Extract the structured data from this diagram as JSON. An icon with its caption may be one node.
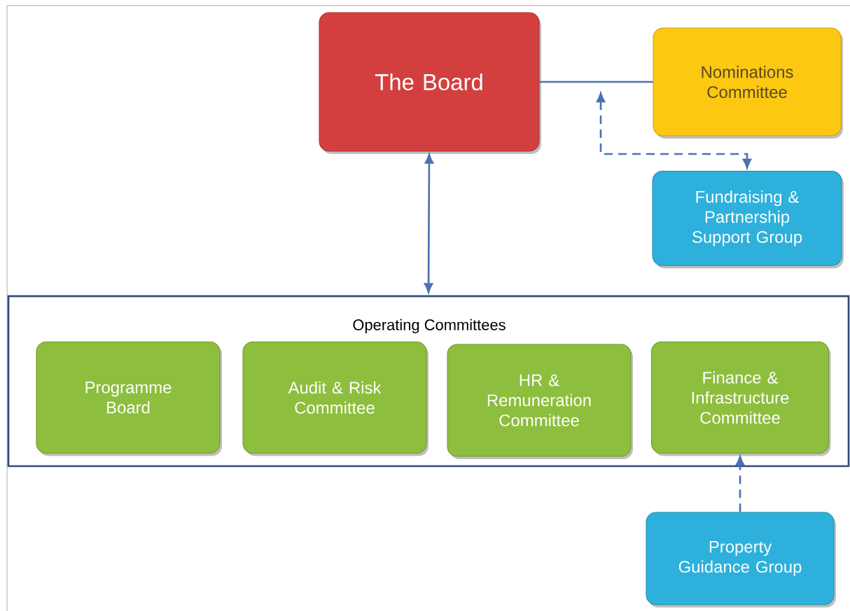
{
  "diagram": {
    "nodes": [
      {
        "text": [
          "The Board"
        ]
      },
      {
        "text": [
          "Nominations Committee"
        ]
      },
      {
        "text": [
          "Fundraising & Partnership Support Group"
        ]
      },
      {
        "text": [
          "Operating Committees"
        ]
      },
      {
        "text": [
          "Programme Board"
        ],
        "in": 3
      },
      {
        "text": [
          "Audit & Risk Committee"
        ],
        "in": 3
      },
      {
        "text": [
          "HR & Remuneration Committee"
        ],
        "in": 3
      },
      {
        "text": [
          "Finance & Infrastructure Committee"
        ],
        "in": 3
      },
      {
        "text": [
          "Property Guidance Group"
        ]
      }
    ],
    "edges": [
      {
        "from": 0,
        "to": 1,
        "arrow": "none"
      },
      {
        "from": null,
        "to": 2,
        "arrow": "both",
        "style": "dashed"
      },
      {
        "from": 0,
        "to": 3,
        "arrow": "both"
      },
      {
        "from": 8,
        "to": 7,
        "arrow": "to",
        "style": "dashed"
      }
    ]
  }
}
